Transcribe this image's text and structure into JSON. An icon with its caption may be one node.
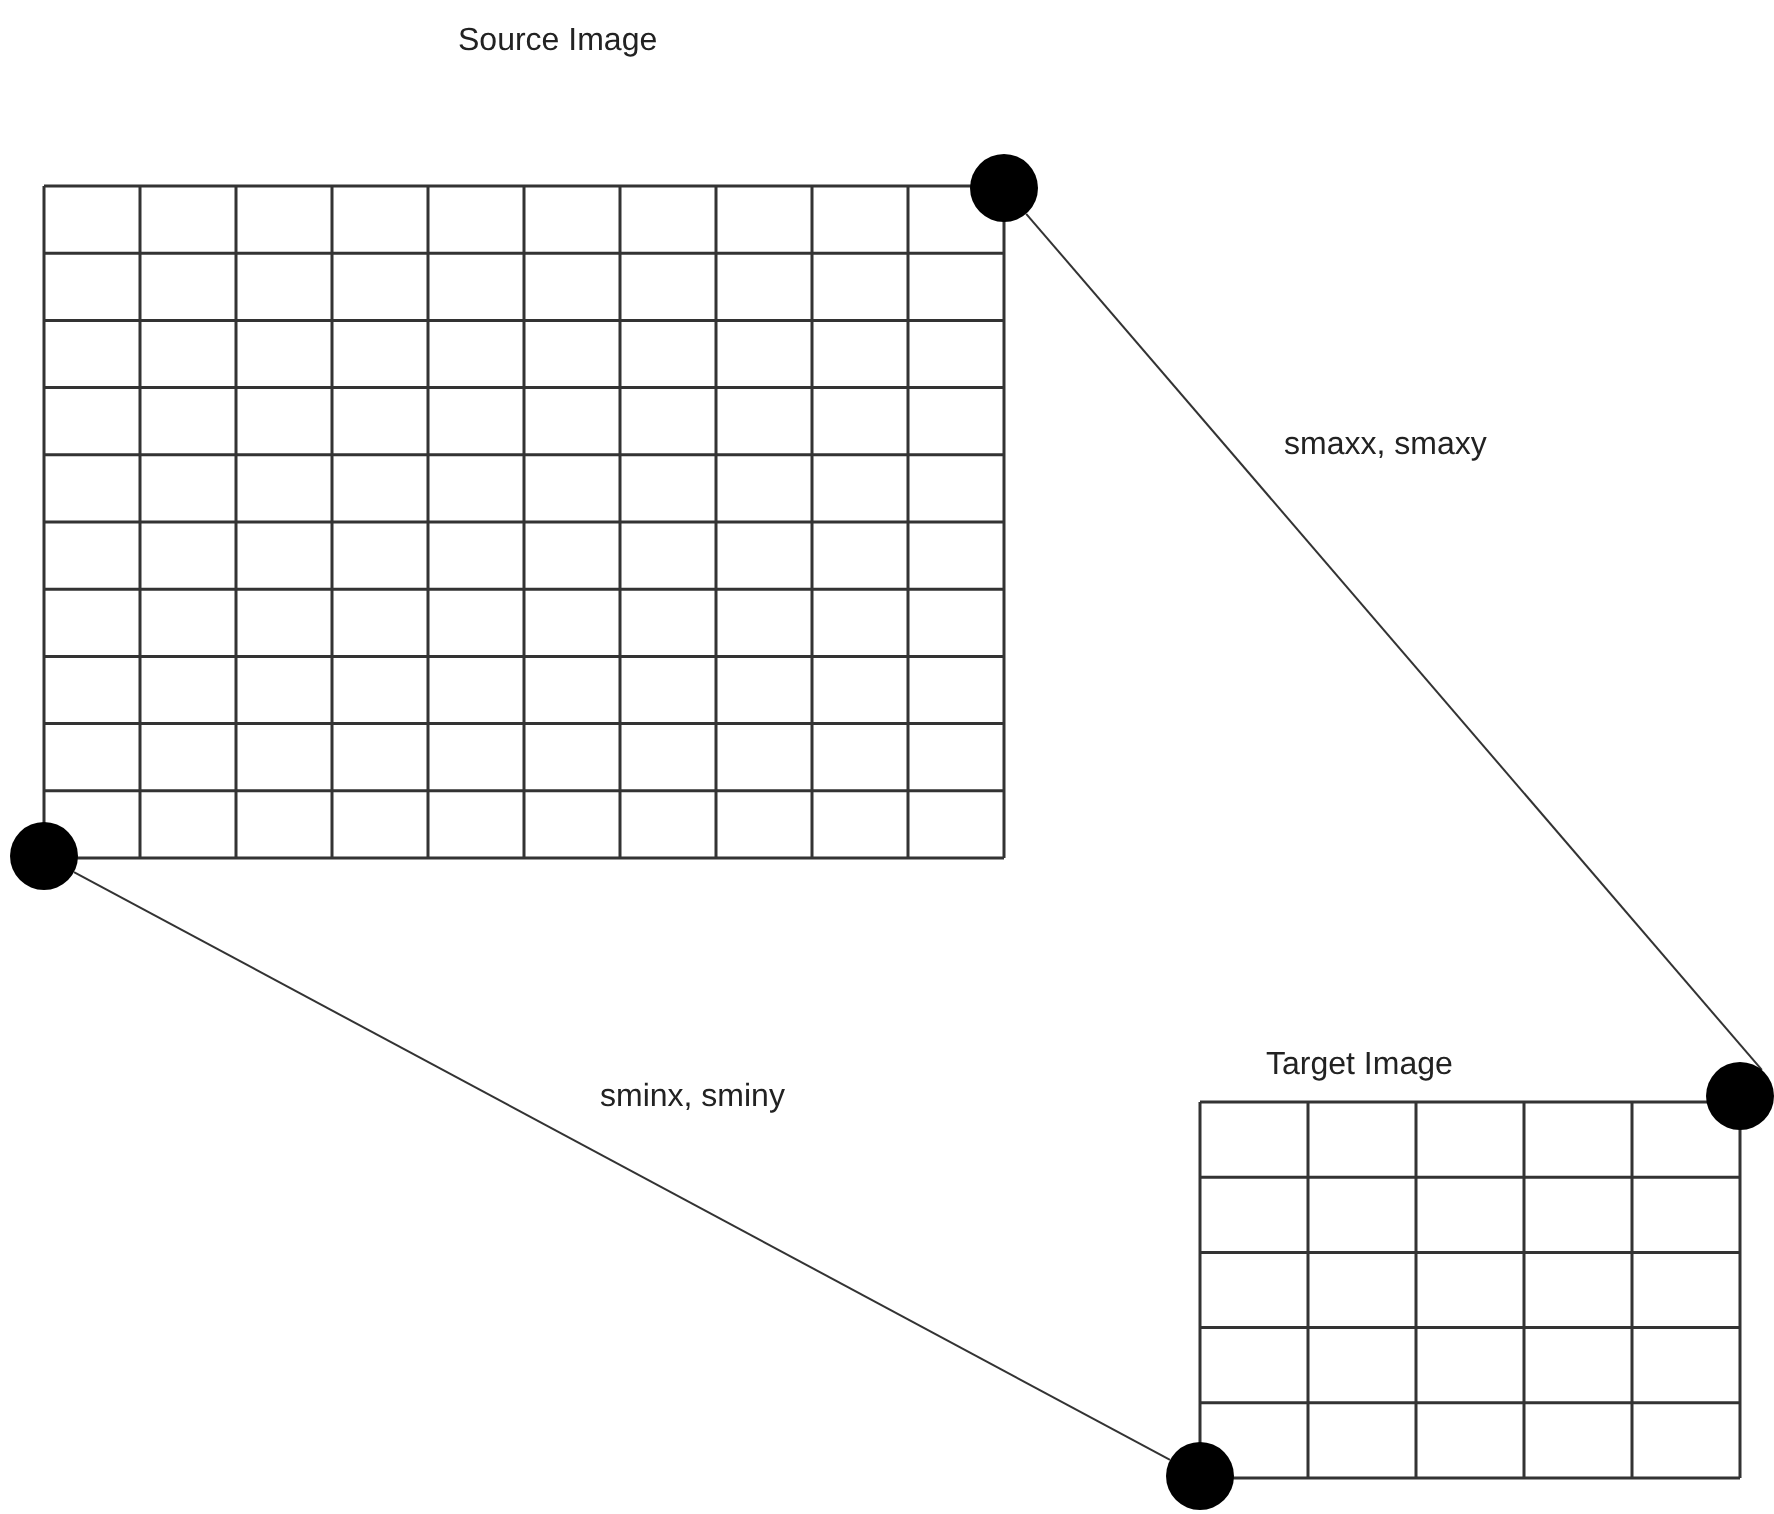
{
  "diagram": {
    "nodes": [
      {
        "text": [
          "Source Image"
        ]
      },
      {
        "text": [
          "Target Image"
        ]
      },
      {
        "text": [],
        "shape": "circle"
      },
      {
        "text": [],
        "shape": "circle"
      },
      {
        "text": [],
        "shape": "circle"
      },
      {
        "text": [],
        "shape": "circle"
      }
    ],
    "edges": [
      {
        "from": 2,
        "to": 4,
        "arrow": "none",
        "label": "smaxx, smaxy"
      },
      {
        "from": 3,
        "to": 5,
        "arrow": "none",
        "label": "sminx, sminy"
      }
    ]
  }
}
